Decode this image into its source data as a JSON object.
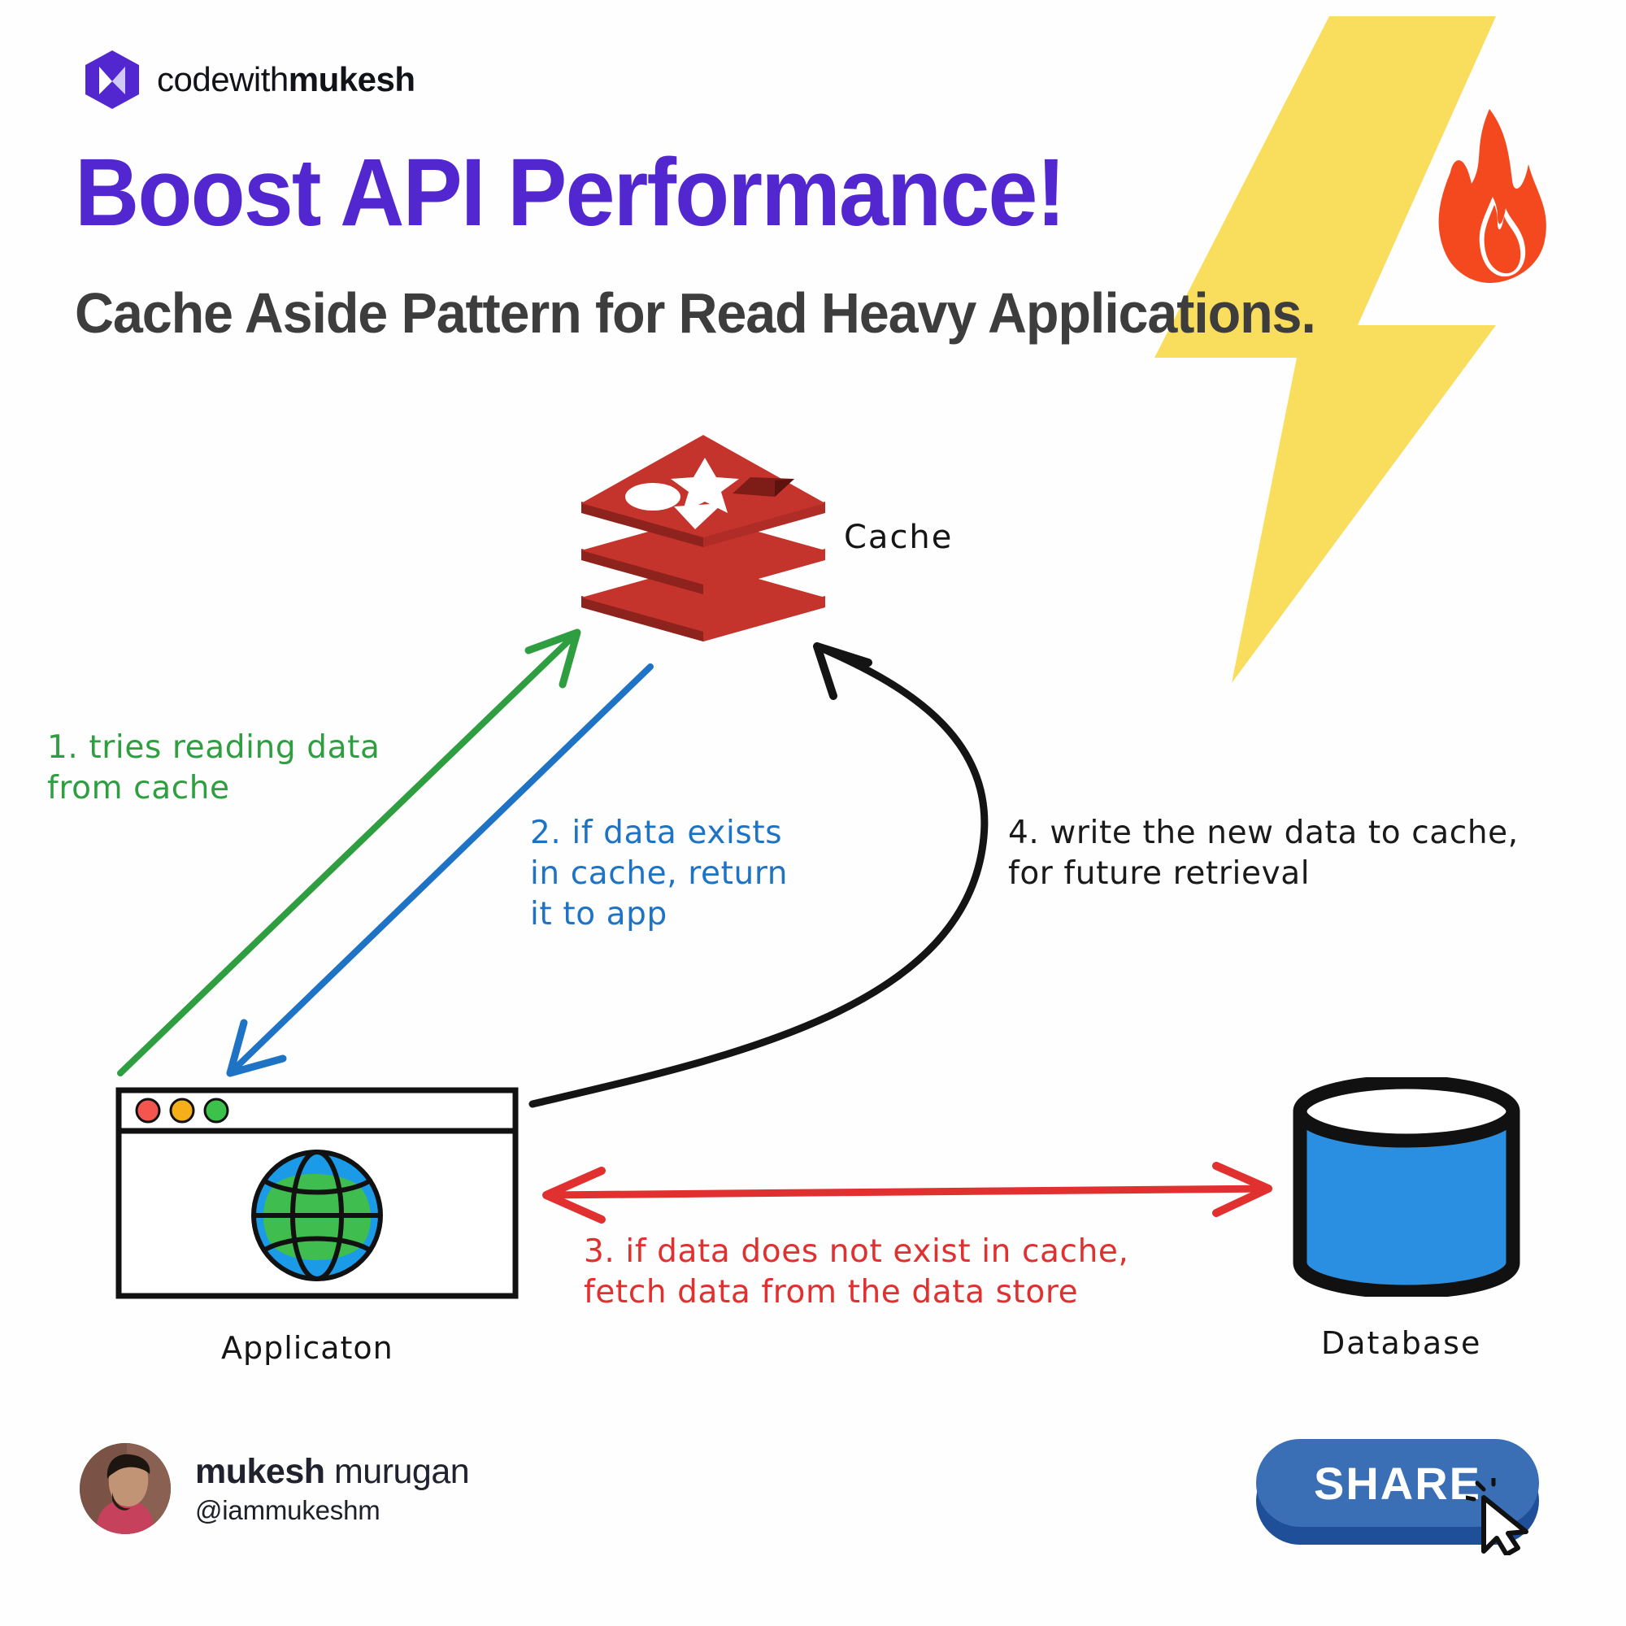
{
  "brand": {
    "name_light": "codewith",
    "name_bold": "mukesh",
    "logo_icon": "hexagon-m-logo-icon"
  },
  "header": {
    "title": "Boost API Performance!",
    "subtitle": "Cache Aside Pattern for Read Heavy Applications.",
    "title_color": "#5227d0",
    "subtitle_color": "#3d3d3d",
    "bolt_icon": "lightning-bolt-icon",
    "bolt_color": "#f9dd5c",
    "flame_icon": "flame-icon",
    "flame_color": "#f4481e"
  },
  "diagram": {
    "nodes": [
      {
        "id": "cache",
        "label": "Cache",
        "icon": "redis-stack-icon",
        "color": "#b62e28"
      },
      {
        "id": "application",
        "label": "Applicaton",
        "icon": "browser-window-globe-icon",
        "color": "#1b9ae8"
      },
      {
        "id": "database",
        "label": "Database",
        "icon": "database-cylinder-icon",
        "color": "#2a8fe0"
      }
    ],
    "steps": [
      {
        "number": "1",
        "text": "1. tries reading data\nfrom cache",
        "color": "#2f9e41",
        "from": "application",
        "to": "cache",
        "arrow": "single"
      },
      {
        "number": "2",
        "text": "2. if data exists\nin cache, return\nit to app",
        "color": "#1f73c4",
        "from": "cache",
        "to": "application",
        "arrow": "single"
      },
      {
        "number": "3",
        "text": "3. if data does not exist in cache,\nfetch data from the data store",
        "color": "#e03030",
        "from": "application",
        "to": "database",
        "arrow": "double"
      },
      {
        "number": "4",
        "text": "4. write the new data to cache,\nfor future retrieval",
        "color": "#1a1a1a",
        "from": "application",
        "to": "cache",
        "arrow": "single"
      }
    ]
  },
  "footer": {
    "author_first": "mukesh",
    "author_last": "murugan",
    "handle": "@iammukeshm",
    "avatar_icon": "profile-photo-avatar",
    "share_label": "SHARE",
    "share_color": "#3a6eb5",
    "share_shadow_color": "#1f4f99",
    "cursor_icon": "mouse-pointer-click-icon"
  }
}
